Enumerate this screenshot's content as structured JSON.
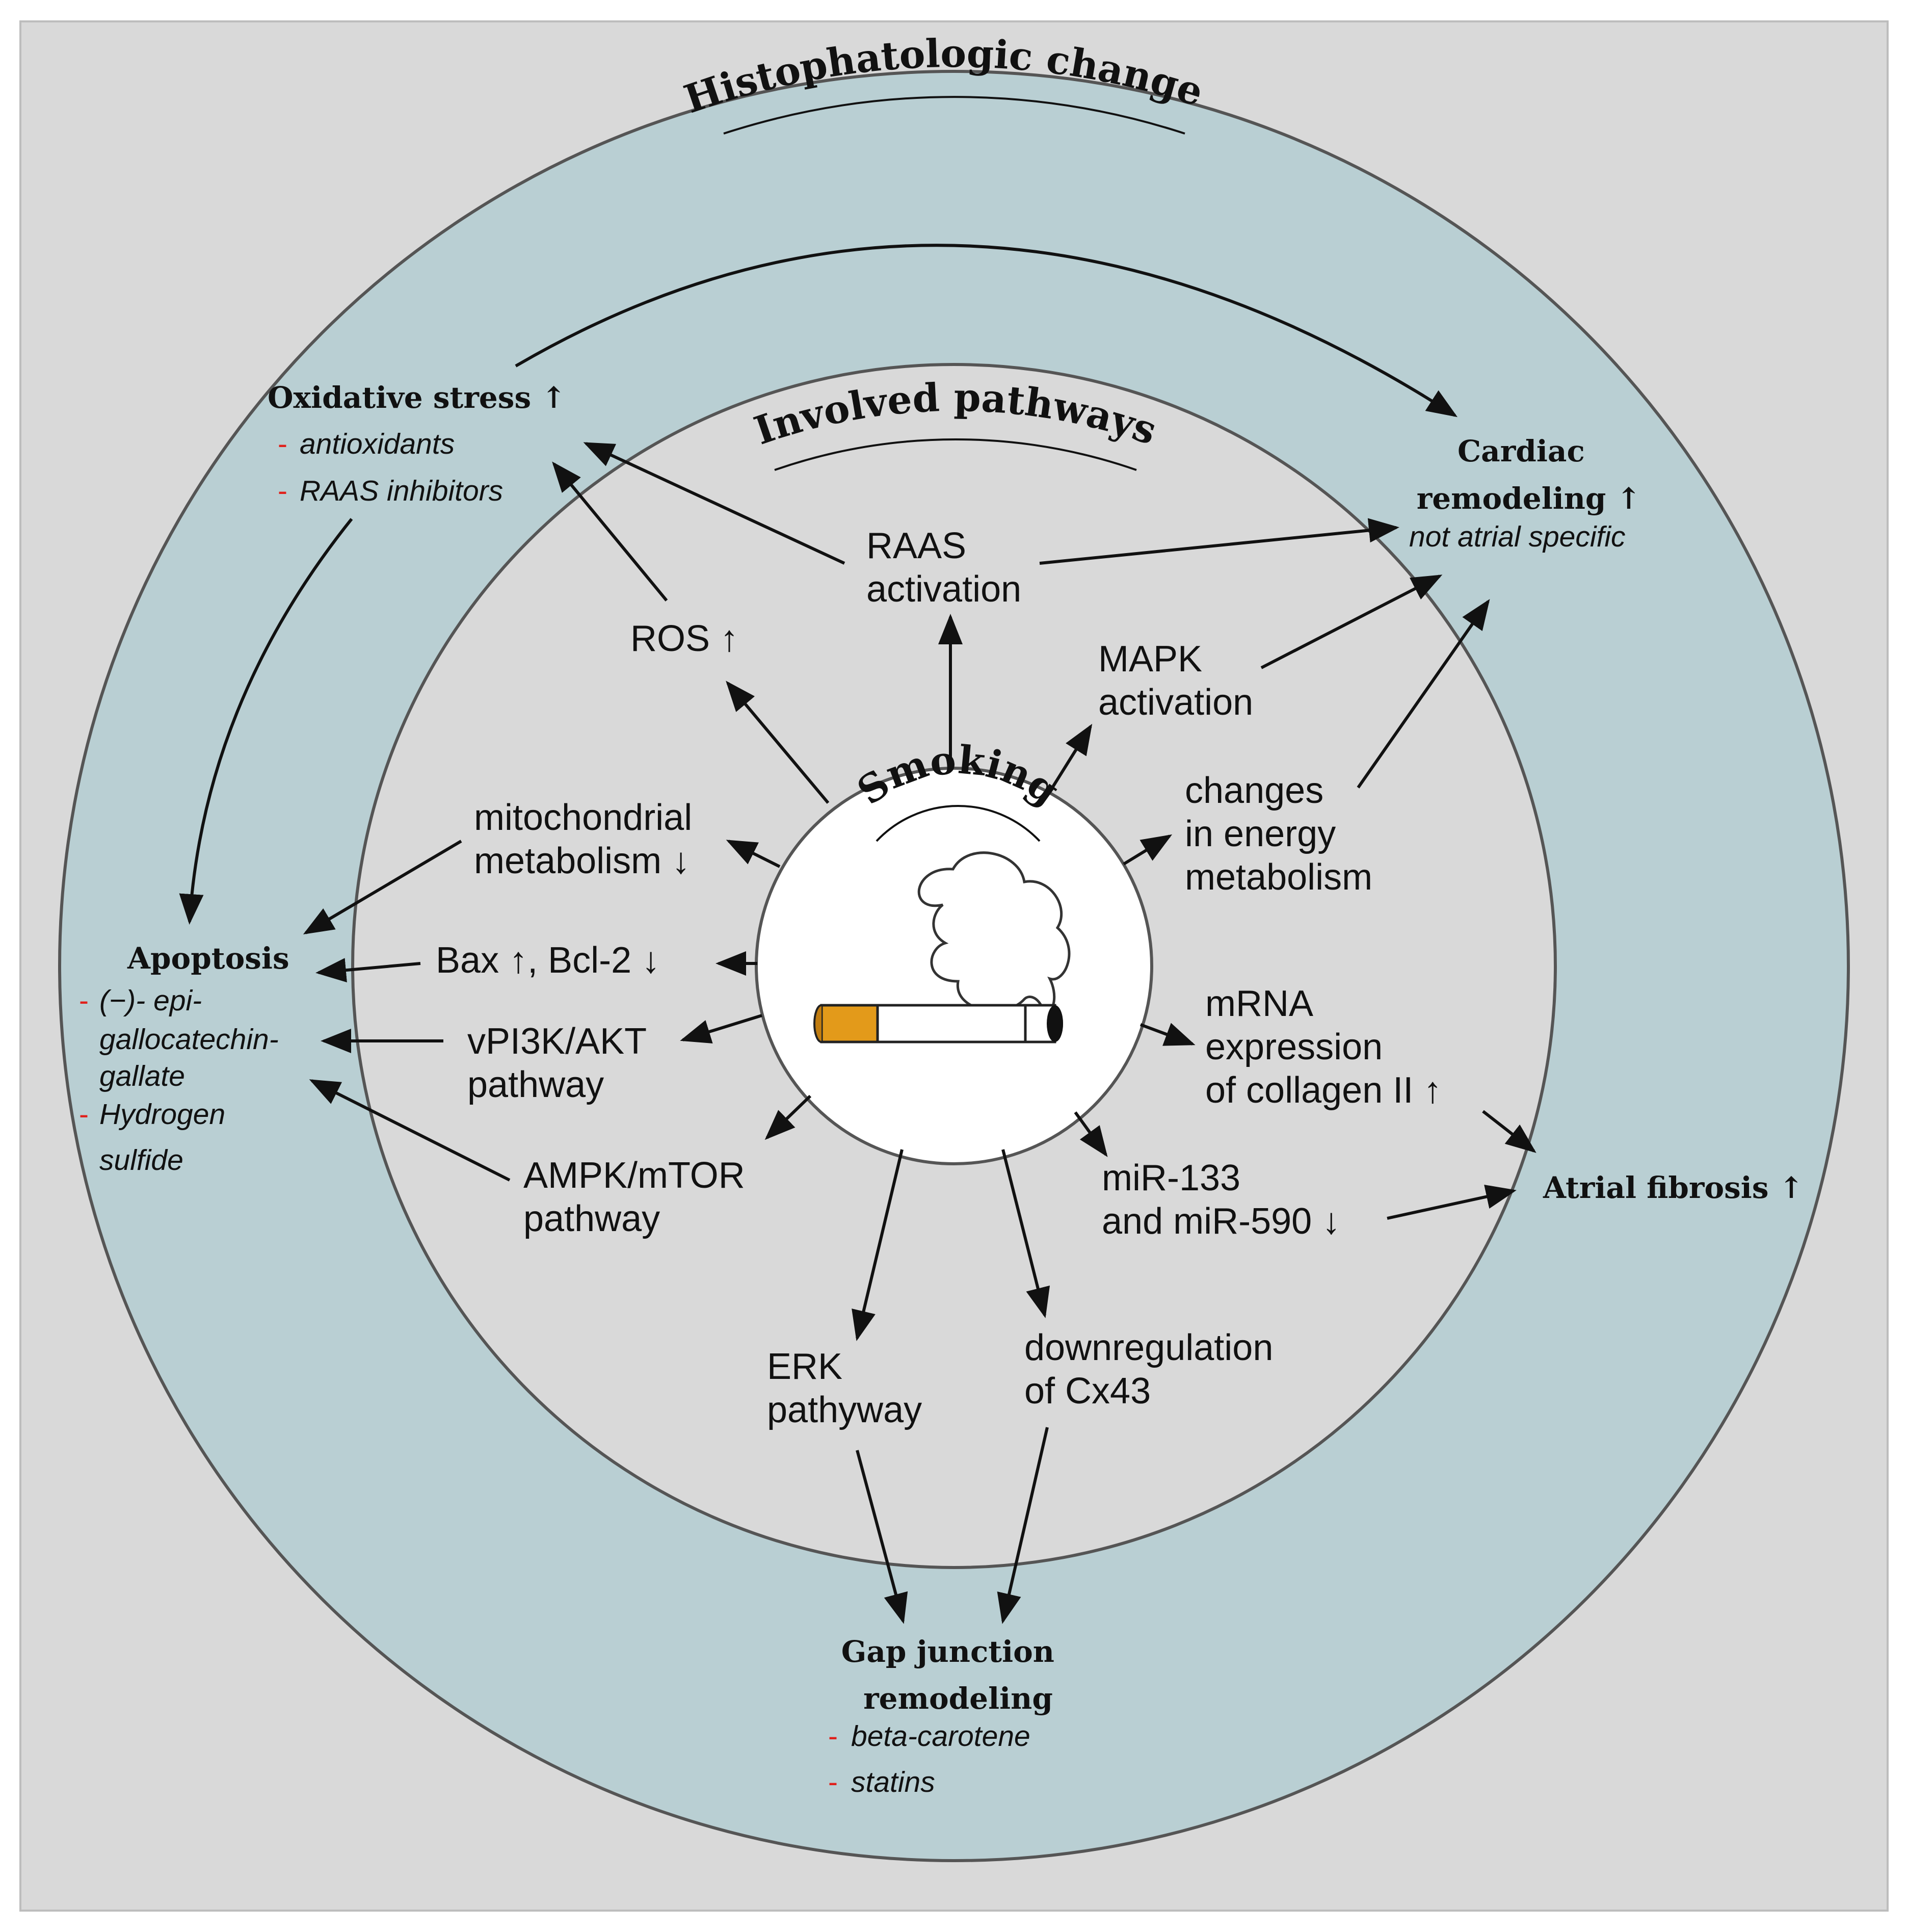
{
  "colors": {
    "background": "#d9d9d9",
    "outer_ring": "#b9cfd3",
    "inner_circle": "#d9d9d9",
    "center_circle": "#ffffff",
    "treatment_dash": "#e0201b",
    "cigarette_filter": "#e39a1a"
  },
  "rings": {
    "outer_title": "Histophatologic changes",
    "inner_title": "Involved pathways",
    "center_title": "Smoking"
  },
  "center_icons": [
    "smoke-cloud-icon",
    "cigarette-icon"
  ],
  "pathways": {
    "raas": [
      "RAAS",
      "activation"
    ],
    "ros": [
      "ROS  ↑"
    ],
    "mapk": [
      "MAPK",
      "activation"
    ],
    "mito": [
      "mitochondrial",
      "metabolism ↓"
    ],
    "energy": [
      "changes",
      "in energy",
      "metabolism"
    ],
    "bax": [
      "Bax ↑, Bcl-2 ↓"
    ],
    "pi3k": [
      "vPI3K/AKT",
      "pathway"
    ],
    "mrna": [
      "mRNA",
      "expression",
      "of collagen II ↑"
    ],
    "ampk": [
      "AMPK/mTOR",
      "pathway"
    ],
    "mir": [
      "miR-133",
      "and miR-590 ↓"
    ],
    "erk": [
      "ERK",
      "pathyway"
    ],
    "cx43": [
      "downregulation",
      "of Cx43"
    ]
  },
  "outcomes": {
    "oxidative": {
      "title": [
        "Oxidative stress ↑"
      ],
      "treatments": [
        {
          "dash": "-",
          "text": "antioxidants"
        },
        {
          "dash": "-",
          "text": "RAAS inhibitors"
        }
      ]
    },
    "cardiac": {
      "title": [
        "Cardiac",
        "remodeling ↑"
      ],
      "note": "not atrial specific"
    },
    "apoptosis": {
      "title": [
        "Apoptosis"
      ],
      "treatments": [
        {
          "dash": "-",
          "text": "(−)- epi-"
        },
        {
          "dash": "",
          "text": "gallocatechin-"
        },
        {
          "dash": "",
          "text": "gallate"
        },
        {
          "dash": "-",
          "text": "Hydrogen"
        },
        {
          "dash": "",
          "text": "sulfide"
        }
      ]
    },
    "atrial": {
      "title": [
        "Atrial fibrosis ↑"
      ]
    },
    "gap": {
      "title": [
        "Gap junction",
        "remodeling"
      ],
      "treatments": [
        {
          "dash": "-",
          "text": "beta-carotene"
        },
        {
          "dash": "-",
          "text": "statins"
        }
      ]
    }
  }
}
